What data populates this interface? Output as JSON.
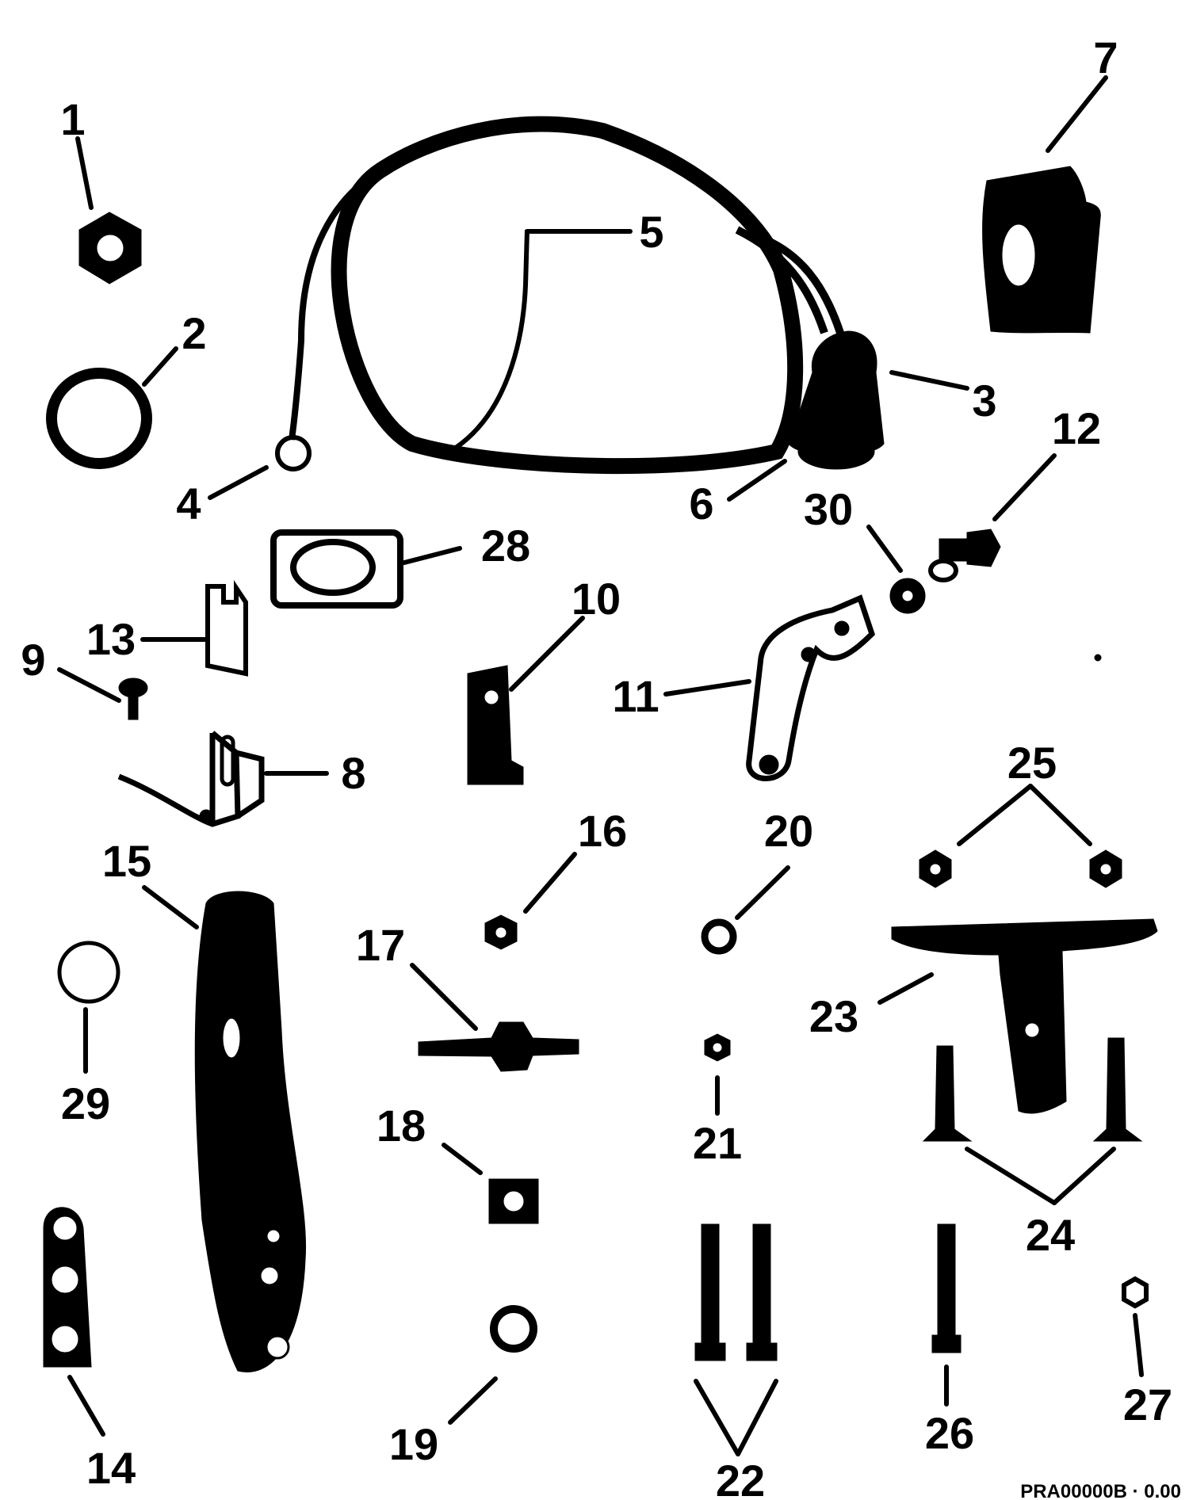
{
  "diagram": {
    "drawing_code": "PRA00000B · 0.00",
    "parts": [
      {
        "id": "1",
        "name": "hex-nut"
      },
      {
        "id": "2",
        "name": "ring"
      },
      {
        "id": "3",
        "name": "plug-connector"
      },
      {
        "id": "4",
        "name": "ring-terminal"
      },
      {
        "id": "5",
        "name": "lead-wire"
      },
      {
        "id": "6",
        "name": "plug-end"
      },
      {
        "id": "7",
        "name": "cover-plate"
      },
      {
        "id": "8",
        "name": "bracket"
      },
      {
        "id": "9",
        "name": "screw"
      },
      {
        "id": "10",
        "name": "clamp"
      },
      {
        "id": "11",
        "name": "lever-arm"
      },
      {
        "id": "12",
        "name": "fitting"
      },
      {
        "id": "13",
        "name": "clip"
      },
      {
        "id": "14",
        "name": "plate"
      },
      {
        "id": "15",
        "name": "handle-arm"
      },
      {
        "id": "16",
        "name": "nut"
      },
      {
        "id": "17",
        "name": "shaft"
      },
      {
        "id": "18",
        "name": "square-washer"
      },
      {
        "id": "19",
        "name": "washer"
      },
      {
        "id": "20",
        "name": "washer"
      },
      {
        "id": "21",
        "name": "nut"
      },
      {
        "id": "22",
        "name": "bolts"
      },
      {
        "id": "23",
        "name": "tee-bracket"
      },
      {
        "id": "24",
        "name": "screws"
      },
      {
        "id": "25",
        "name": "nuts"
      },
      {
        "id": "26",
        "name": "bolt"
      },
      {
        "id": "27",
        "name": "nut"
      },
      {
        "id": "28",
        "name": "gasket"
      },
      {
        "id": "29",
        "name": "disc"
      },
      {
        "id": "30",
        "name": "washer"
      }
    ]
  }
}
